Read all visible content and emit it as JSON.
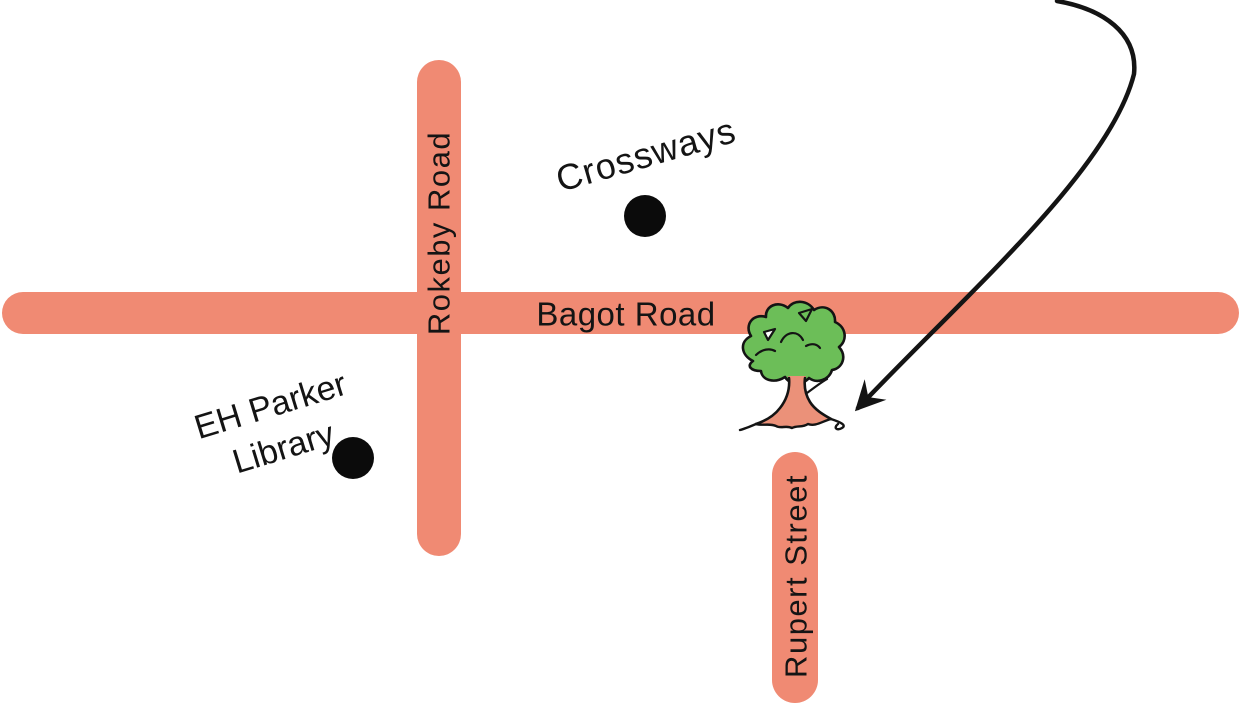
{
  "colors": {
    "background": "#FFFFFF",
    "road": "#F08A73",
    "foliage": "#6CBE58",
    "trunk": "#EB9179",
    "ink": "#141414"
  },
  "roads": [
    {
      "name": "Bagot Road",
      "orientation": "horizontal"
    },
    {
      "name": "Rokeby Road",
      "orientation": "vertical"
    },
    {
      "name": "Rupert Street",
      "orientation": "vertical"
    }
  ],
  "landmarks": [
    {
      "name": "Crossways",
      "marker": "black-dot"
    },
    {
      "name": "EH Parker Library",
      "line1": "EH Parker",
      "line2": "Library",
      "marker": "black-dot"
    }
  ],
  "tree": {
    "name": "tree"
  },
  "arrow": {
    "type": "curved-arrow",
    "points_to": "tree"
  }
}
